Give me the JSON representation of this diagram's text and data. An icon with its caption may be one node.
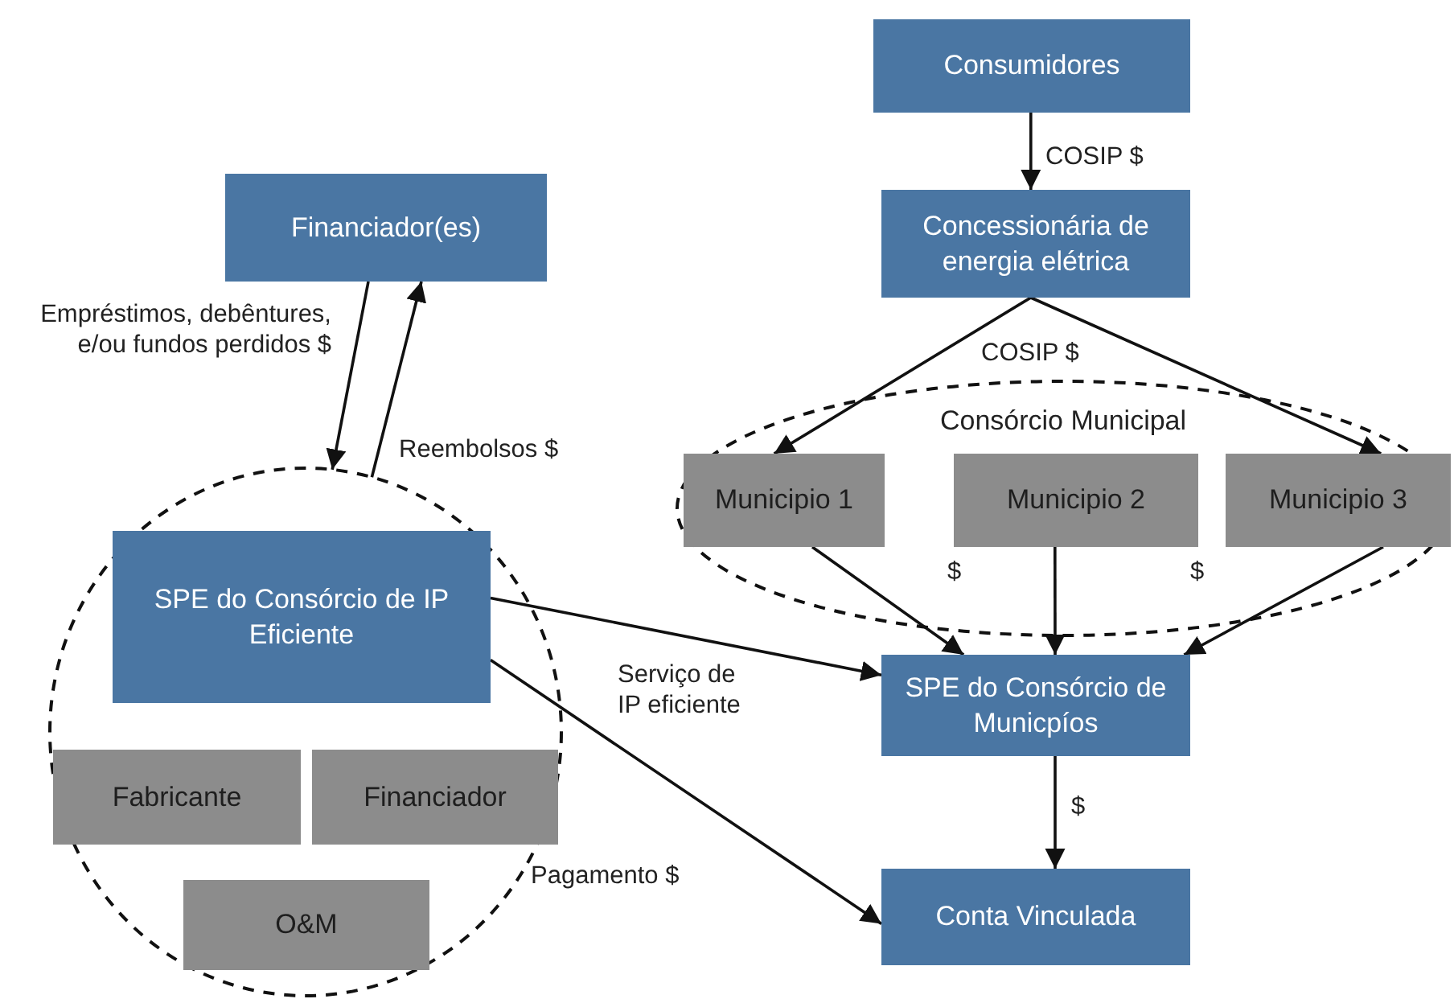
{
  "diagram": {
    "nodes": [
      {
        "text": [
          "Consumidores"
        ]
      },
      {
        "text": [
          "Concessionária de energia elétrica"
        ]
      },
      {
        "text": [
          "Consórcio Municipal"
        ]
      },
      {
        "text": [
          "Municipio 1"
        ],
        "in": 2
      },
      {
        "text": [
          "Municipio 2"
        ],
        "in": 2
      },
      {
        "text": [
          "Municipio 3"
        ],
        "in": 2
      },
      {
        "text": [
          "Financiador(es)"
        ]
      },
      {
        "text": [],
        "shape": "circle"
      },
      {
        "text": [
          "SPE do Consórcio de IP Eficiente"
        ],
        "in": 7
      },
      {
        "text": [
          "Fabricante"
        ],
        "in": 7
      },
      {
        "text": [
          "Financiador"
        ],
        "in": 7
      },
      {
        "text": [
          "O&M"
        ],
        "in": 7
      },
      {
        "text": [
          "SPE do Consórcio de Municpíos"
        ]
      },
      {
        "text": [
          "Conta Vinculada"
        ]
      }
    ],
    "edges": [
      {
        "from": 0,
        "to": 1,
        "arrow": "to",
        "label": "COSIP $"
      },
      {
        "from": 1,
        "to": 3,
        "arrow": "to",
        "label": "COSIP $"
      },
      {
        "from": 1,
        "to": 5,
        "arrow": "to"
      },
      {
        "from": 6,
        "to": 7,
        "arrow": "to",
        "label": "Empréstimos, debêntures, e/ou fundos perdidos $"
      },
      {
        "from": 7,
        "to": 6,
        "arrow": "to",
        "label": "Reembolsos $"
      },
      {
        "from": 3,
        "to": 12,
        "arrow": "to",
        "label": "$"
      },
      {
        "from": 4,
        "to": 12,
        "arrow": "to"
      },
      {
        "from": 5,
        "to": 12,
        "arrow": "to",
        "label": "$"
      },
      {
        "from": 8,
        "to": 12,
        "arrow": "to",
        "label": "Serviço de IP eficiente"
      },
      {
        "from": 8,
        "to": 13,
        "arrow": "to",
        "label": "Pagamento $"
      },
      {
        "from": 12,
        "to": 13,
        "arrow": "to",
        "label": "$"
      }
    ]
  }
}
